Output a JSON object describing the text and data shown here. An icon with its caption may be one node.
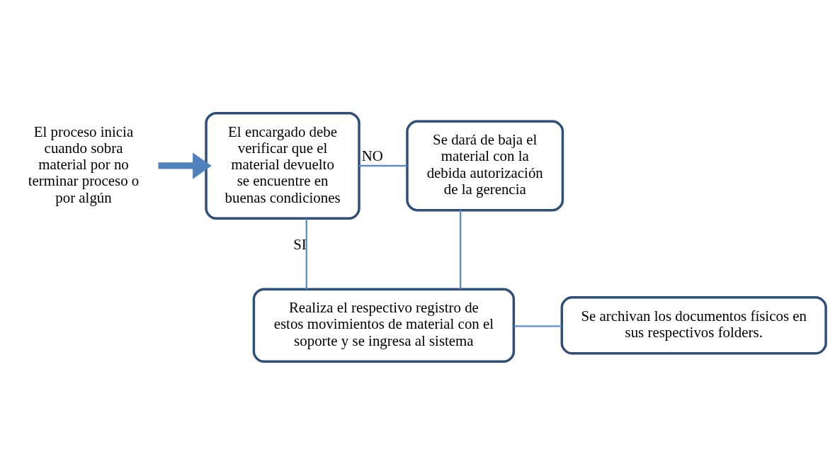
{
  "diagram": {
    "nodes": [
      {
        "text": [
          "El proceso inicia cuando sobra material por no terminar proceso o por algún"
        ]
      },
      {
        "text": [
          "El encargado debe verificar que el material devuelto se encuentre en buenas condiciones"
        ]
      },
      {
        "text": [
          "Se dará de baja el material con la debida autorización de la gerencia"
        ]
      },
      {
        "text": [
          "Se archivan los documentos físicos en sus respectivos folders."
        ]
      },
      {
        "text": [
          "Realiza el respectivo registro de estos movimientos de material con el soporte y se ingresa al sistema"
        ]
      }
    ],
    "edges": [
      {
        "from": 0,
        "to": 1,
        "arrow": "to",
        "style": "thick"
      },
      {
        "from": 1,
        "to": 2,
        "arrow": "none",
        "label": "NO"
      },
      {
        "from": 1,
        "to": 4,
        "arrow": "none",
        "label": "SI"
      },
      {
        "from": 2,
        "to": 4,
        "arrow": "none"
      },
      {
        "from": 4,
        "to": 3,
        "arrow": "none"
      }
    ]
  }
}
